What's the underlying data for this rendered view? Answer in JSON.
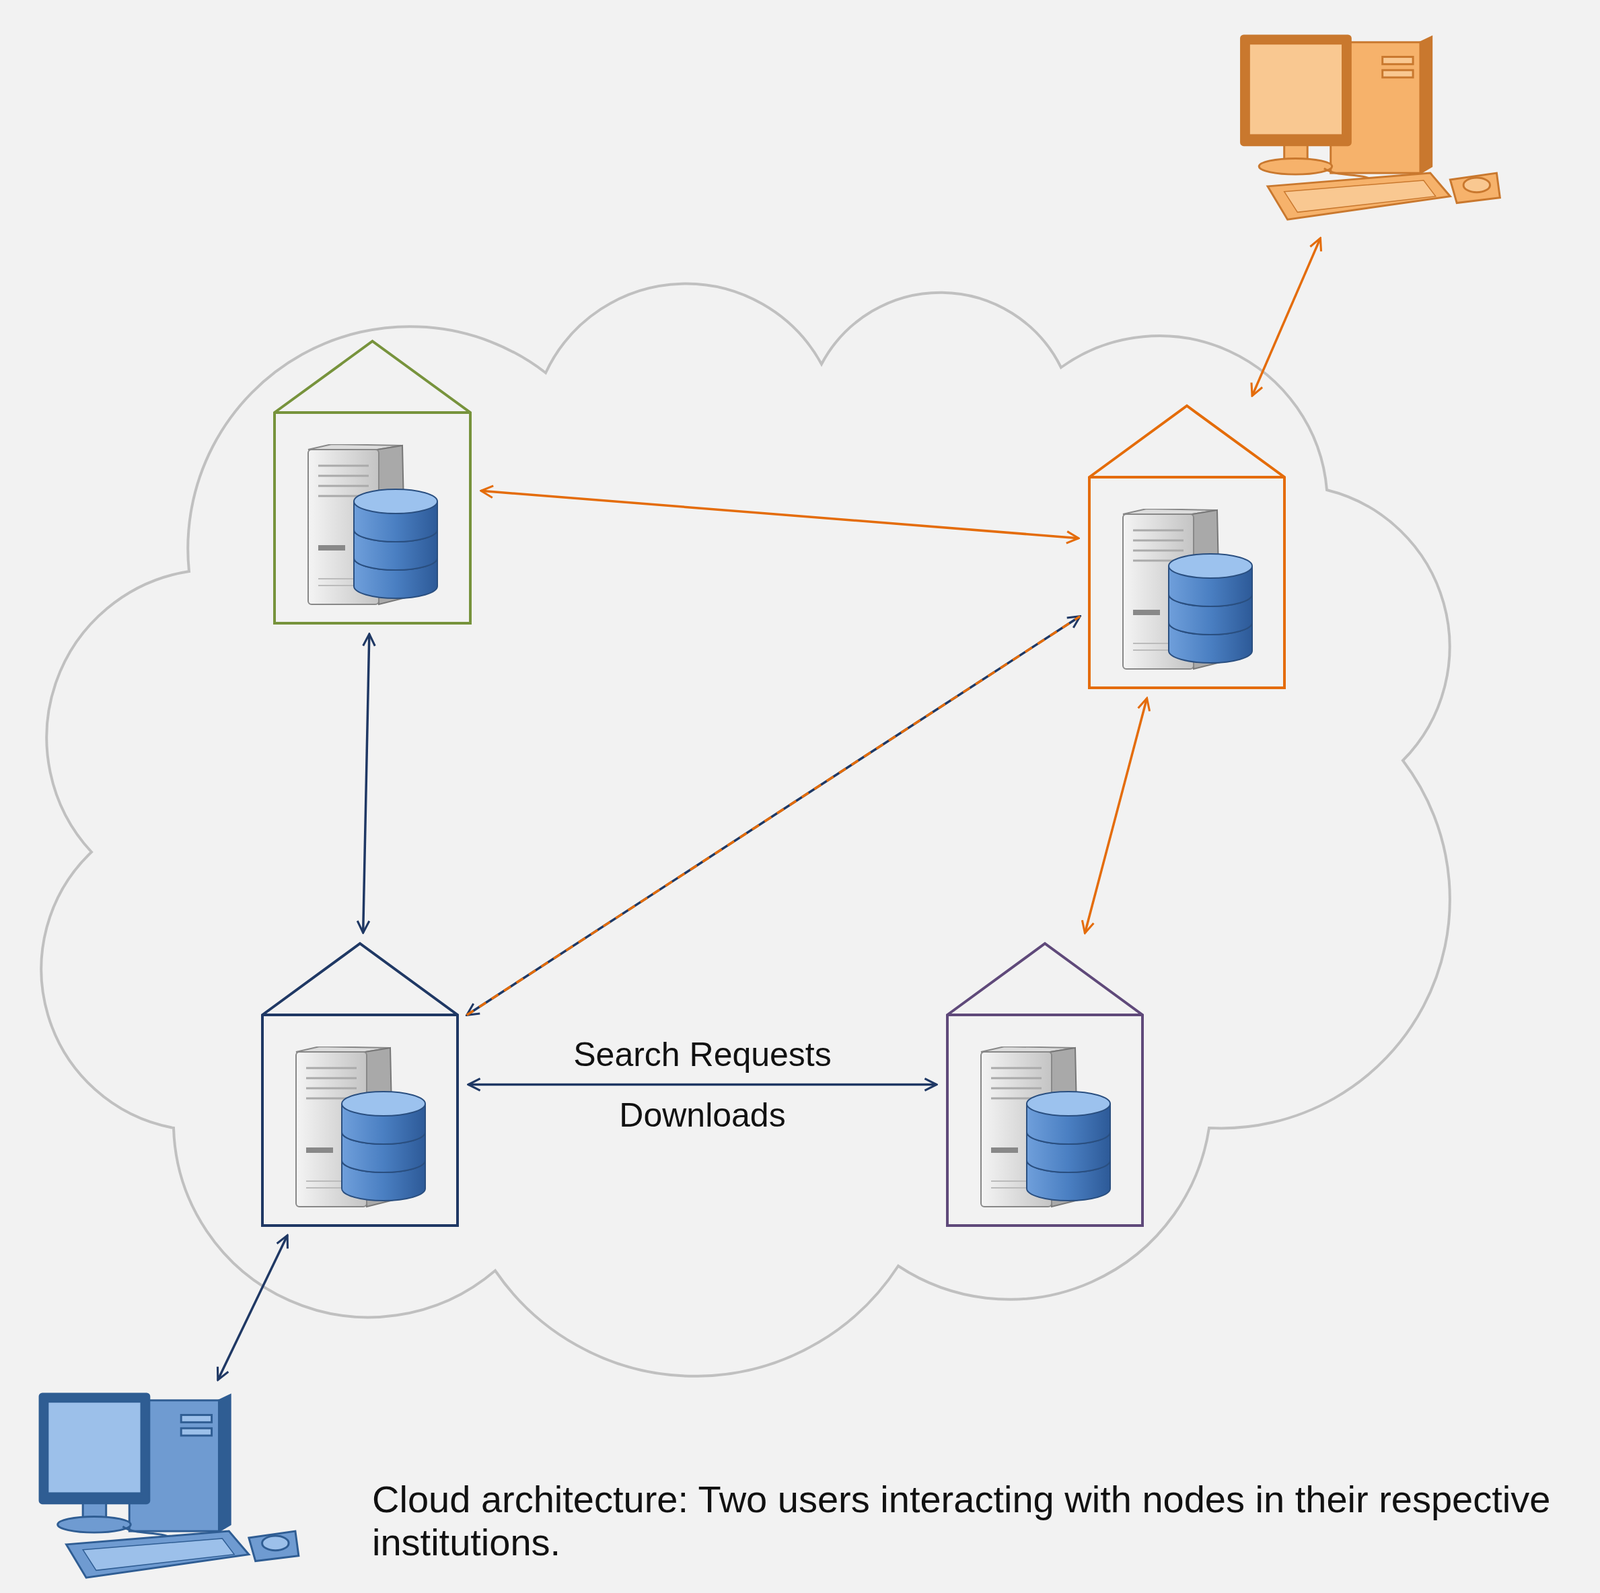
{
  "diagram": {
    "caption": "Cloud architecture: Two users interacting with nodes in their respective institutions.",
    "nodes": [
      {
        "text": []
      },
      {
        "text": []
      },
      {
        "text": []
      },
      {
        "text": []
      },
      {
        "text": []
      },
      {
        "text": []
      }
    ],
    "edges": [
      {
        "from": 0,
        "to": 2,
        "arrow": "both"
      },
      {
        "from": 1,
        "to": 2,
        "arrow": "both"
      },
      {
        "from": 1,
        "to": 3,
        "arrow": "both"
      },
      {
        "from": 3,
        "to": 2,
        "arrow": "both"
      },
      {
        "from": 2,
        "to": 4,
        "arrow": "both"
      },
      {
        "from": 3,
        "to": 4,
        "label": "Search Requests Downloads",
        "arrow": "both"
      },
      {
        "from": 5,
        "to": 3,
        "arrow": "both"
      }
    ]
  }
}
